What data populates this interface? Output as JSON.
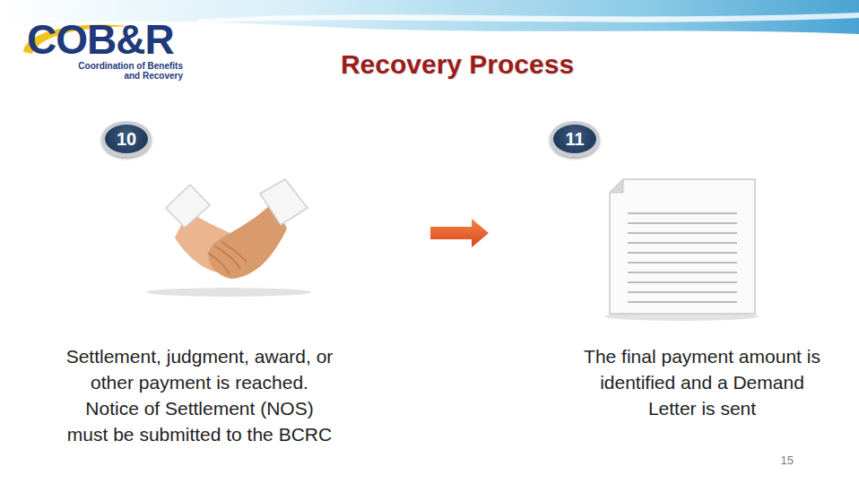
{
  "diagram": {
    "title": "Recovery Process",
    "nodes": [
      {
        "text": [
          "Settlement, judgment, award, or other payment is reached. Notice of Settlement (NOS) must be submitted to the BCRC"
        ]
      },
      {
        "text": [
          "10"
        ],
        "in": 0
      },
      {
        "text": [
          "The final payment amount is identified and a Demand Letter is sent"
        ]
      },
      {
        "text": [
          "11"
        ],
        "in": 2
      }
    ],
    "edges": [
      {
        "from": 0,
        "to": 2,
        "arrow": "to"
      }
    ],
    "labels": [
      "COB&R",
      "Coordination of Benefits and Recovery",
      "15"
    ]
  }
}
